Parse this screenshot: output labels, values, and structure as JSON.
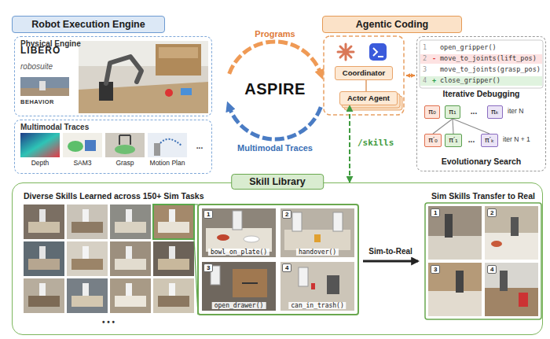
{
  "diagram": {
    "nodes": [
      {
        "text": [
          "Robot Execution Engine"
        ]
      },
      {
        "text": [
          "Physical Engine"
        ]
      },
      {
        "text": [
          "Multimodal Traces"
        ]
      },
      {
        "text": [
          "Agentic Coding"
        ]
      },
      {
        "text": [
          "Coordinator"
        ]
      },
      {
        "text": [
          "Actor Agent"
        ]
      },
      {
        "text": [
          "Iterative Debugging",
          "Evolutionary Search"
        ]
      },
      {
        "text": [
          "π₀"
        ],
        "in": 6
      },
      {
        "text": [
          "π₁"
        ],
        "in": 6
      },
      {
        "text": [
          "πₖ"
        ],
        "in": 6
      },
      {
        "text": [
          "π′₀"
        ],
        "in": 6
      },
      {
        "text": [
          "π′₁"
        ],
        "in": 6
      },
      {
        "text": [
          "π′ₖ"
        ],
        "in": 6
      },
      {
        "text": [
          "Skill Library"
        ]
      },
      {
        "text": [
          "bowl_on_plate()"
        ],
        "in": 13
      },
      {
        "text": [
          "handover()"
        ],
        "in": 13
      },
      {
        "text": [
          "open_drawer()"
        ],
        "in": 13
      },
      {
        "text": [
          "can_in_trash()"
        ],
        "in": 13
      }
    ],
    "edges": [
      {
        "from": 4,
        "to": 5,
        "arrow": "none"
      },
      {
        "from": 13,
        "to": 5,
        "label": "/skills",
        "arrow": "both"
      },
      {
        "from": 8,
        "to": 10,
        "arrow": "none"
      },
      {
        "from": 8,
        "to": 11,
        "arrow": "none"
      },
      {
        "from": 8,
        "to": 12,
        "arrow": "none"
      }
    ],
    "labels": [
      "LIBERO",
      "robosuite",
      "BEHAVIOR",
      "Depth",
      "SAM3",
      "Grasp",
      "Motion Plan",
      "...",
      "Programs",
      "ASPIRE",
      "Multimodal Traces",
      "1",
      "open_gripper()",
      "2",
      "-",
      "move_to_joints(lift_pos)",
      "3",
      "move_to_joints(grasp_pos)",
      "4",
      "+",
      "close_gripper()",
      "...",
      "...",
      "iter N",
      "iter N + 1",
      "Diverse Skills Learned across 150+ Sim Tasks",
      "1",
      "2",
      "3",
      "4",
      "• • •",
      "Sim-to-Real",
      "Sim Skills Transfer to Real",
      "1",
      "2",
      "3",
      "4"
    ]
  }
}
